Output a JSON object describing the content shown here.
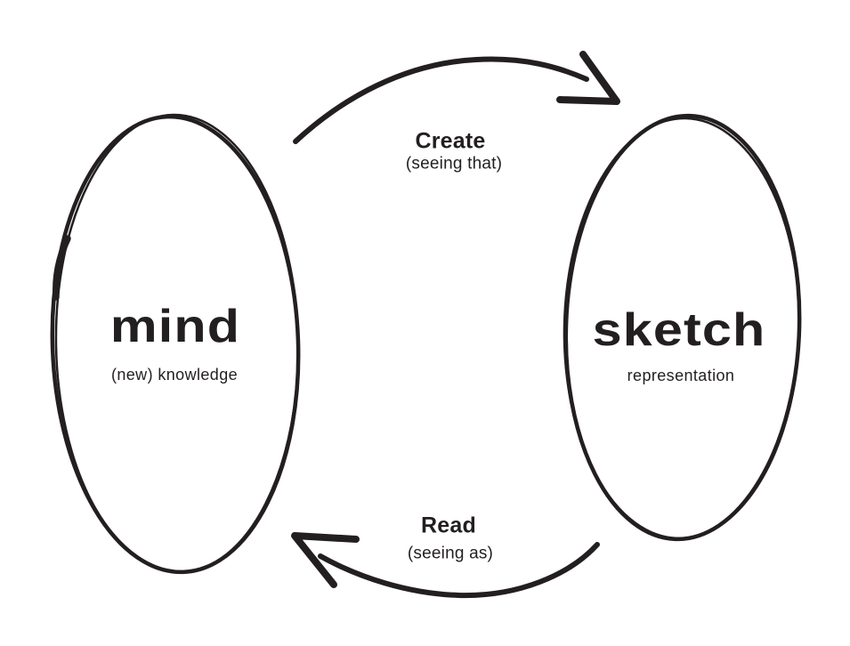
{
  "diagram": {
    "type": "cycle",
    "colors": {
      "ink": "#231f20",
      "background": "#ffffff"
    },
    "nodes": [
      {
        "id": "mind",
        "label": "mind",
        "sublabel": "(new) knowledge",
        "shape": "ellipse",
        "position": "left"
      },
      {
        "id": "sketch",
        "label": "sketch",
        "sublabel": "representation",
        "shape": "ellipse",
        "position": "right"
      }
    ],
    "edges": [
      {
        "id": "create",
        "label": "Create",
        "sublabel": "(seeing that)",
        "from": "mind",
        "to": "sketch",
        "position": "top",
        "style": "curved-arrow"
      },
      {
        "id": "read",
        "label": "Read",
        "sublabel": "(seeing as)",
        "from": "sketch",
        "to": "mind",
        "position": "bottom",
        "style": "curved-arrow"
      }
    ]
  }
}
